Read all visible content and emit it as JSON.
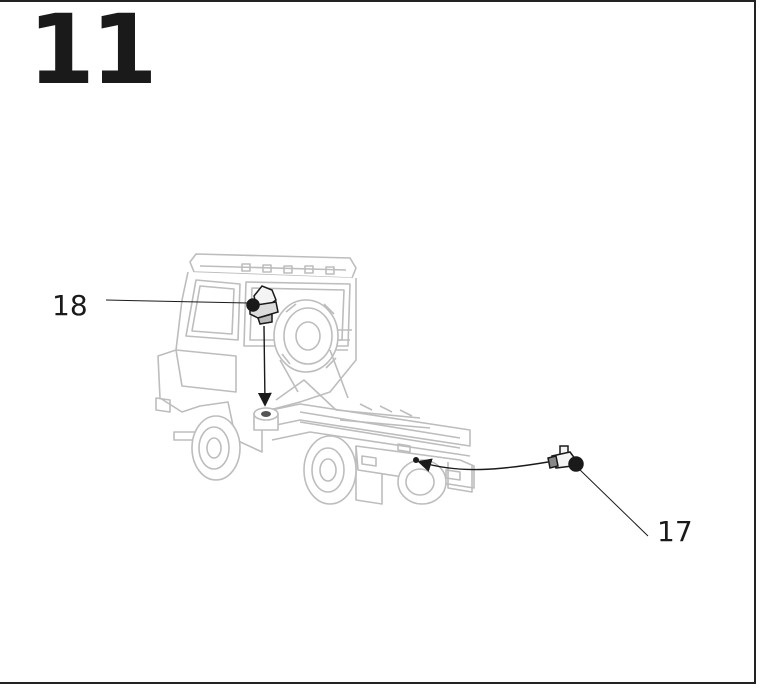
{
  "step": {
    "number": "11"
  },
  "callouts": [
    {
      "label": "18",
      "part": "seat-cushion-part"
    },
    {
      "label": "17",
      "part": "hitch-part"
    }
  ],
  "colors": {
    "outline_light": "#bdbdbd",
    "part_dark": "#1a1a1a",
    "frame": "#222222"
  }
}
